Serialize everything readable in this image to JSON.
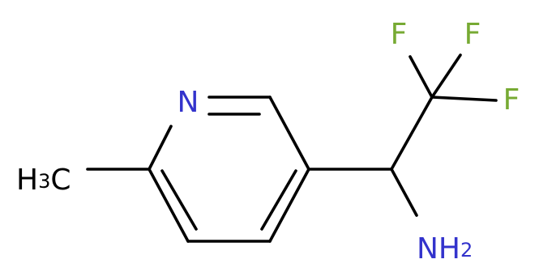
{
  "molecule": {
    "atoms": {
      "nitrogen_ring": {
        "symbol": "N",
        "color": "#3333cc"
      },
      "methyl": {
        "main": "H",
        "sub": "3",
        "tail": "C",
        "color": "#000000"
      },
      "fluorine_1": {
        "symbol": "F",
        "color": "#77aa33"
      },
      "fluorine_2": {
        "symbol": "F",
        "color": "#77aa33"
      },
      "fluorine_3": {
        "symbol": "F",
        "color": "#77aa33"
      },
      "amine": {
        "main": "NH",
        "sub": "2",
        "color": "#3333cc"
      }
    },
    "bond_color": "#000000"
  }
}
